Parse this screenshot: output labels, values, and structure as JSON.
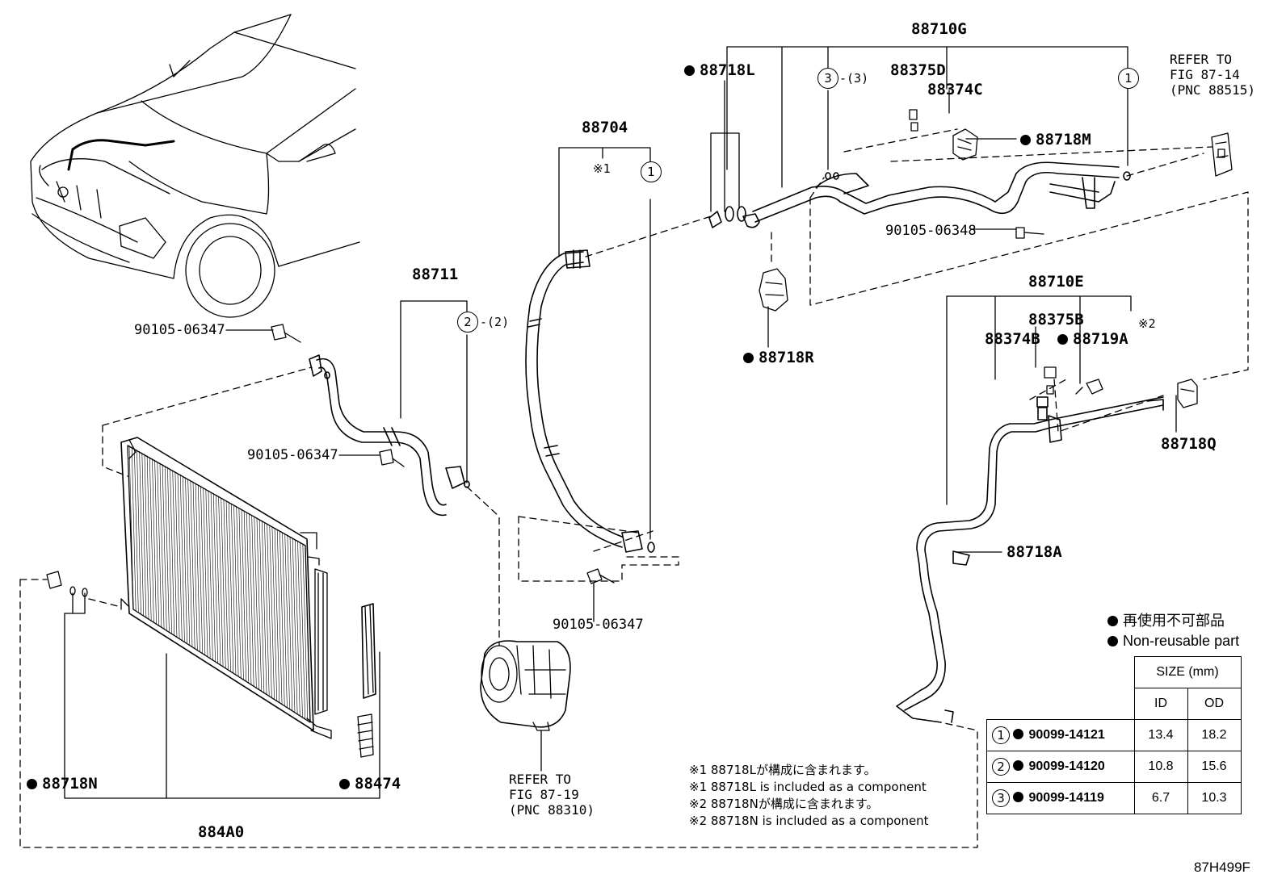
{
  "parts": {
    "p88710G": "88710G",
    "p88718L": "88718L",
    "p88375D": "88375D",
    "p88374C": "88374C",
    "p88718M": "88718M",
    "p90105_06348": "90105-06348",
    "p88704": "88704",
    "note1_mark": "※1",
    "p88711": "88711",
    "p90105_06347_a": "90105-06347",
    "p90105_06347_b": "90105-06347",
    "p90105_06347_c": "90105-06347",
    "p88718R": "88718R",
    "p88710E": "88710E",
    "p88375B": "88375B",
    "p88374B": "88374B",
    "p88719A": "88719A",
    "note2_mark": "※2",
    "p88718Q": "88718Q",
    "p88718A": "88718A",
    "p88718N": "88718N",
    "p88474": "88474",
    "p884A0": "884A0",
    "circle_1": "1",
    "circle_2": "2",
    "circle_3": "3",
    "qty_2": "-(2)",
    "qty_3": "-(3)",
    "diagram_code": "87H499F"
  },
  "references": {
    "ref_top": "REFER TO\nFIG 87-14\n(PNC 88515)",
    "ref_bottom": "REFER TO\nFIG 87-19\n(PNC 88310)"
  },
  "legend": {
    "jp": "再使用不可部品",
    "en": "Non-reusable part"
  },
  "notes": [
    "※1 88718Lが構成に含まれます。",
    "※1 88718L is included as a component",
    "※2 88718Nが構成に含まれます。",
    "※2 88718N is included as a component"
  ],
  "size_table": {
    "header": "SIZE (mm)",
    "col_id": "ID",
    "col_od": "OD",
    "rows": [
      {
        "num": "1",
        "part": "90099-14121",
        "id": "13.4",
        "od": "18.2"
      },
      {
        "num": "2",
        "part": "90099-14120",
        "id": "10.8",
        "od": "15.6"
      },
      {
        "num": "3",
        "part": "90099-14119",
        "id": "6.7",
        "od": "10.3"
      }
    ]
  }
}
